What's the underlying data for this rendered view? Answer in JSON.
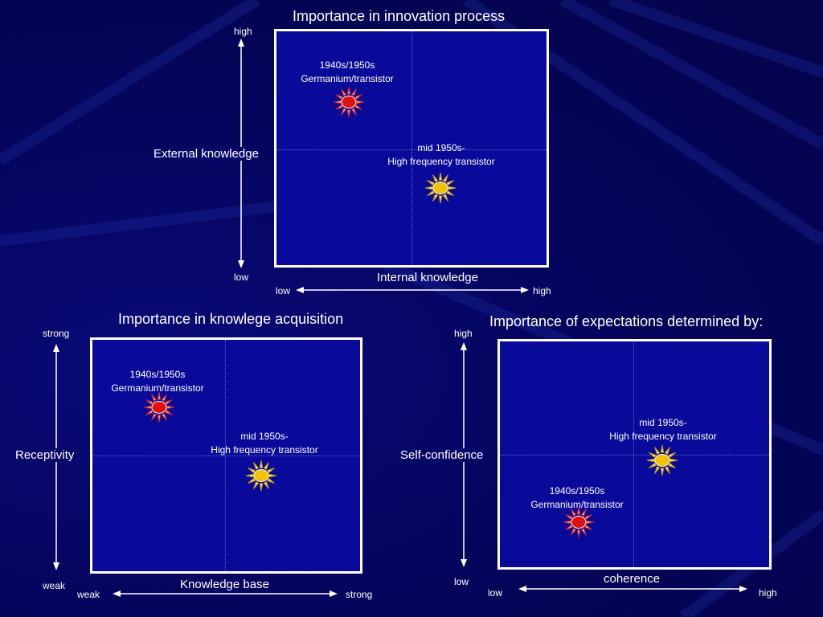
{
  "colors": {
    "background": "#05055e",
    "box": "#0a0a9a",
    "early_marker": "#e01010",
    "mid_marker": "#f2c200"
  },
  "panels": {
    "innovation": {
      "title": "Importance in innovation process",
      "y_axis_label": "External knowledge",
      "y_high": "high",
      "y_low": "low",
      "x_axis_label": "Internal knowledge",
      "x_low": "low",
      "x_high": "high",
      "early": {
        "line1": "1940s/1950s",
        "line2": "Germanium/transistor"
      },
      "mid": {
        "line1": "mid 1950s-",
        "line2": "High frequency transistor"
      }
    },
    "acquisition": {
      "title": "Importance in knowlege acquisition",
      "y_axis_label": "Receptivity",
      "y_high": "strong",
      "y_low": "weak",
      "x_axis_label": "Knowledge base",
      "x_low": "weak",
      "x_high": "strong",
      "early": {
        "line1": "1940s/1950s",
        "line2": "Germanium/transistor"
      },
      "mid": {
        "line1": "mid 1950s-",
        "line2": "High frequency transistor"
      }
    },
    "expectations": {
      "title": "Importance of expectations determined by:",
      "y_axis_label": "Self-confidence",
      "y_high": "high",
      "y_low": "low",
      "x_axis_label": "coherence",
      "x_low": "low",
      "x_high": "high",
      "early": {
        "line1": "1940s/1950s",
        "line2": "Germanium/transistor"
      },
      "mid": {
        "line1": "mid 1950s-",
        "line2": "High frequency transistor"
      }
    }
  }
}
